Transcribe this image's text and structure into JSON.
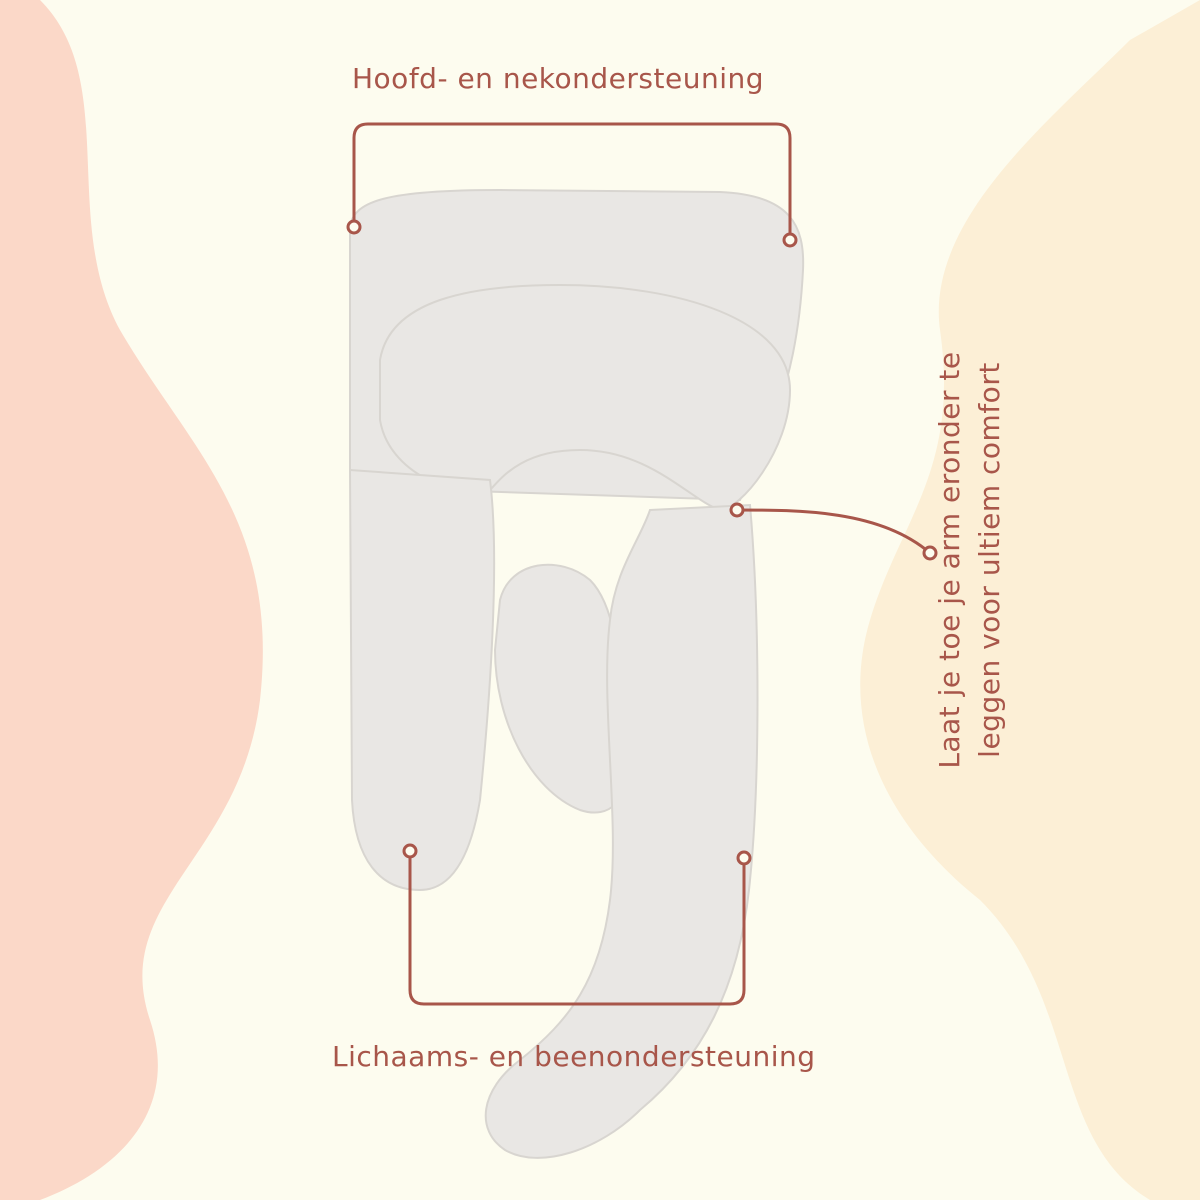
{
  "labels": {
    "head_neck": "Hoofd- en nekondersteuning",
    "arm_line1": "Laat je toe je arm eronder te",
    "arm_line2": "leggen voor ultiem comfort",
    "body_legs": "Lichaams- en beenondersteuning"
  },
  "colors": {
    "background": "#fdfcef",
    "left_blob": "#fbd8c8",
    "right_blob": "#fcefd6",
    "accent": "#a8564a",
    "pillow": "#e9e7e4"
  }
}
